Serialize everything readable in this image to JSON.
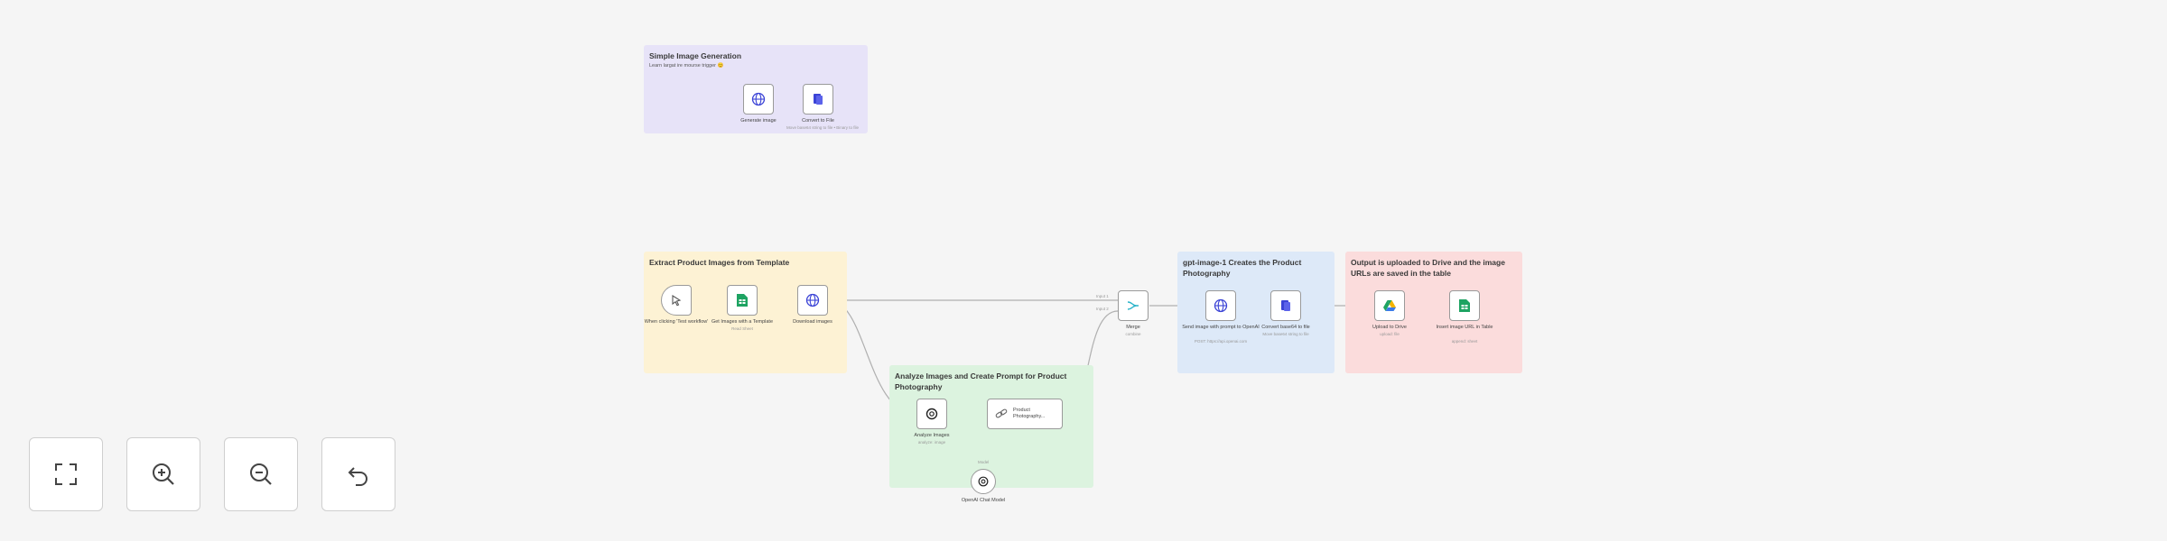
{
  "stickies": {
    "simple": {
      "title": "Simple Image Generation",
      "subtitle": "Learn largat ire mourse trigger 😊",
      "color": "#e7e3f8"
    },
    "extract": {
      "title": "Extract Product Images from Template",
      "color": "#fdf2d4"
    },
    "analyze": {
      "title": "Analyze Images and Create Prompt for Product Photography",
      "color": "#dcf3df"
    },
    "gpt": {
      "title": "gpt-image-1 Creates the Product Photography",
      "color": "#dde9f8"
    },
    "output": {
      "title": "Output is uploaded to Drive and the image URLs are saved in the table",
      "color": "#fbdcdc"
    }
  },
  "nodes": {
    "generate_image": {
      "label": "Generate image",
      "icon": "globe-icon"
    },
    "convert_file": {
      "label": "Convert to File",
      "sub": "Move base64 string to file • Binary to file",
      "icon": "file-icon"
    },
    "trigger": {
      "label": "When clicking 'Test workflow'",
      "icon": "cursor-icon"
    },
    "sheets_rows": {
      "label": "Get Images with a Template",
      "sub": "Read Sheet",
      "icon": "sheets-icon"
    },
    "download_images": {
      "label": "Download images",
      "icon": "globe-icon"
    },
    "merge": {
      "label": "Merge",
      "sub": "combine",
      "icon": "merge-icon"
    },
    "send_openai": {
      "label": "Send image with prompt to OpenAI",
      "sub": "POST: https://api.openai.com",
      "icon": "globe-icon"
    },
    "convert_file2": {
      "label": "Convert base64 to file",
      "sub": "Move base64 string to file",
      "icon": "file-icon"
    },
    "upload_drive": {
      "label": "Upload to Drive",
      "sub": "upload: file",
      "icon": "drive-icon"
    },
    "insert_sheet": {
      "label": "Insert image URL in Table",
      "sub": "append: sheet",
      "icon": "sheets-icon"
    },
    "analyze_images": {
      "label": "Analyze Images",
      "sub": "analyze: image",
      "icon": "openai-icon"
    },
    "product_photo": {
      "label": "Product Photography...",
      "icon": "chain-icon"
    },
    "openai_model": {
      "label": "OpenAI Chat Model",
      "icon": "openai-icon"
    }
  },
  "connector_labels": {
    "merge_in1": "Input 1",
    "merge_in2": "Input 2",
    "model": "Model"
  },
  "controls": {
    "fit": "fit-view-icon",
    "zoom_in": "zoom-in-icon",
    "zoom_out": "zoom-out-icon",
    "reset": "undo-icon"
  }
}
